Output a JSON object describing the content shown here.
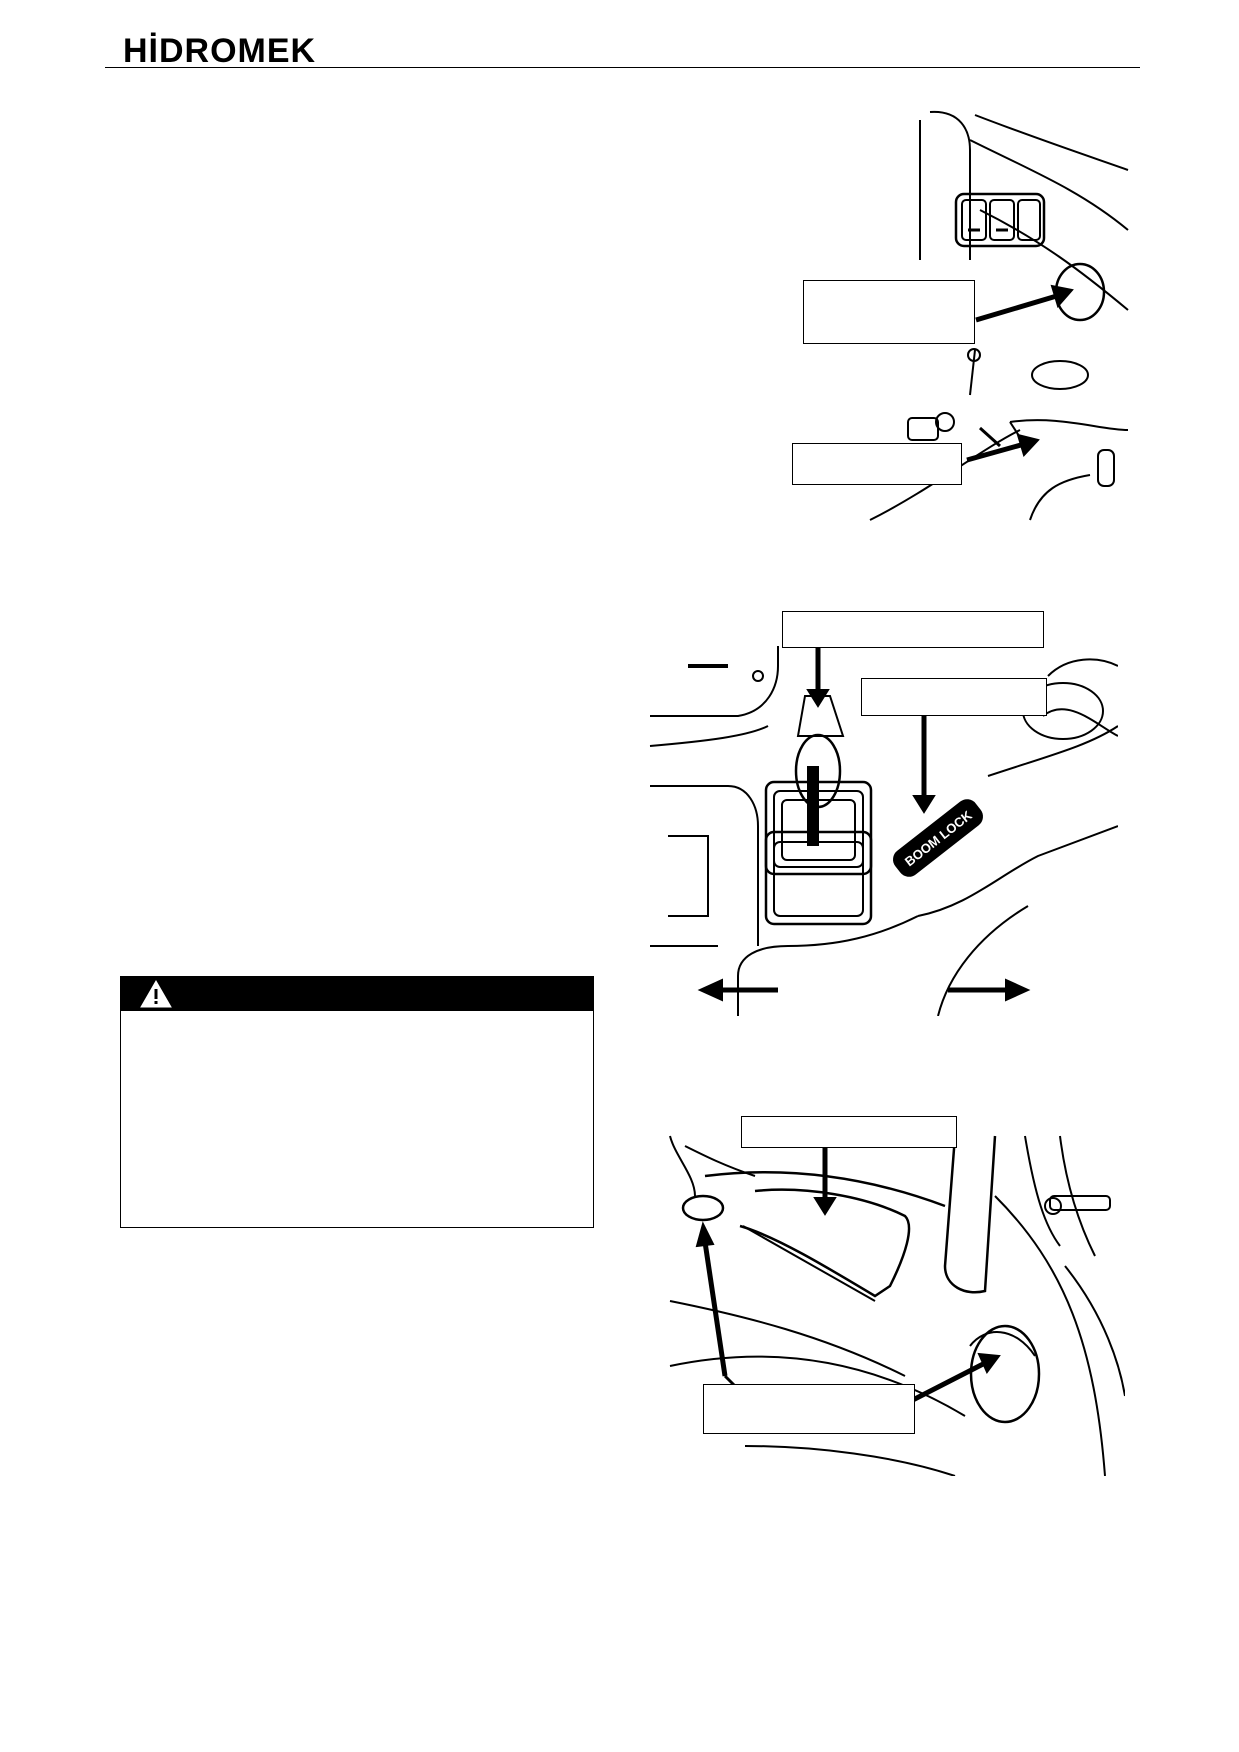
{
  "header": {
    "logo_text": "HİDROMEK",
    "logo_icon": "hidromek-logo"
  },
  "figures": [
    {
      "name": "cab-top-view",
      "labels": [
        "",
        ""
      ]
    },
    {
      "name": "boom-lock-view",
      "labels": [
        "",
        ""
      ],
      "sticker_text": "BOOM LOCK"
    },
    {
      "name": "cab-side-view",
      "labels": [
        "",
        ""
      ]
    }
  ],
  "warning": {
    "icon": "warning-triangle-icon",
    "text": ""
  }
}
